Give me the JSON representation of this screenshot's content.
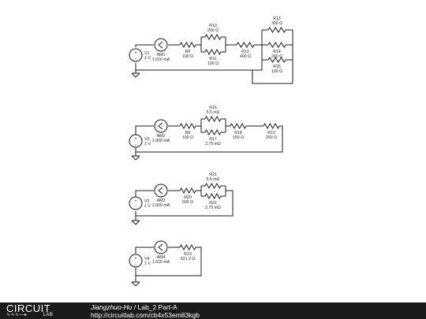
{
  "components": {
    "V1": {
      "name": "V1",
      "value": "1 V"
    },
    "V2": {
      "name": "V2",
      "value": "1 V"
    },
    "V3": {
      "name": "V3",
      "value": "1 V"
    },
    "V4": {
      "name": "V4",
      "value": "1 V"
    },
    "AM1": {
      "name": "AM1",
      "value": "1.610 mA"
    },
    "AM2": {
      "name": "AM2",
      "value": "2.000 mA"
    },
    "AM3": {
      "name": "AM3",
      "value": "2.000 mA"
    },
    "AM4": {
      "name": "AM4",
      "value": "1.610 mA"
    },
    "R9": {
      "name": "R9",
      "value": "100 Ω"
    },
    "R10": {
      "name": "R10",
      "value": "200 Ω"
    },
    "R11": {
      "name": "R11",
      "value": "100 Ω"
    },
    "R12": {
      "name": "R12",
      "value": "400 Ω"
    },
    "R13": {
      "name": "R13",
      "value": "300 Ω"
    },
    "R14": {
      "name": "R14",
      "value": "200 Ω"
    },
    "R15": {
      "name": "R15",
      "value": "100 Ω"
    },
    "R8": {
      "name": "R8",
      "value": "100 Ω"
    },
    "R16": {
      "name": "R16",
      "value": "5.5 mΩ"
    },
    "R17": {
      "name": "R17",
      "value": "2.75 mΩ"
    },
    "R18": {
      "name": "R18",
      "value": "150 Ω"
    },
    "R19": {
      "name": "R19",
      "value": "250 Ω"
    },
    "R20": {
      "name": "R20",
      "value": "500 Ω"
    },
    "R21": {
      "name": "R21",
      "value": "5.5 mΩ"
    },
    "R22": {
      "name": "R22",
      "value": "2.75 mΩ"
    },
    "R23": {
      "name": "R23",
      "value": "621.2 Ω"
    }
  },
  "footer": {
    "logo_top": "CIRCUIT",
    "logo_bottom": "LAB",
    "author": "Jiangzhuo-Hu",
    "separator": " / ",
    "title": "Lab_2 Part-A",
    "url": "http://circuitlab.com/cb4x53em83kgb"
  }
}
